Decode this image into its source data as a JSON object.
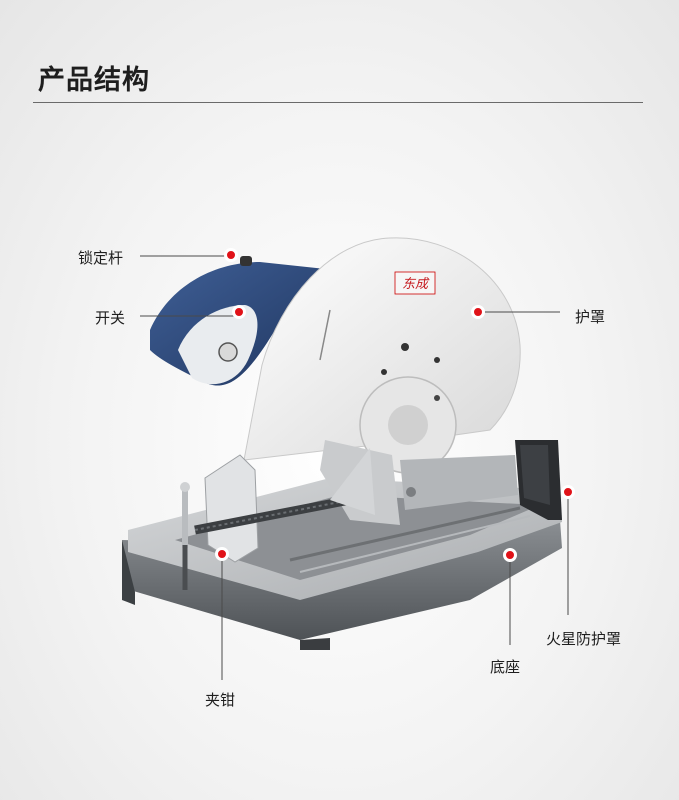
{
  "heading": "产品结构",
  "brand_mark": "东成",
  "labels": {
    "lock_lever": "锁定杆",
    "switch": "开关",
    "guard": "护罩",
    "spark_guard": "火星防护罩",
    "base": "底座",
    "clamp": "夹钳"
  },
  "colors": {
    "marker": "#e01218",
    "motor_blue": "#2c4a7e",
    "guard_white": "#f2f2f2",
    "base_gray": "#6e7276"
  }
}
